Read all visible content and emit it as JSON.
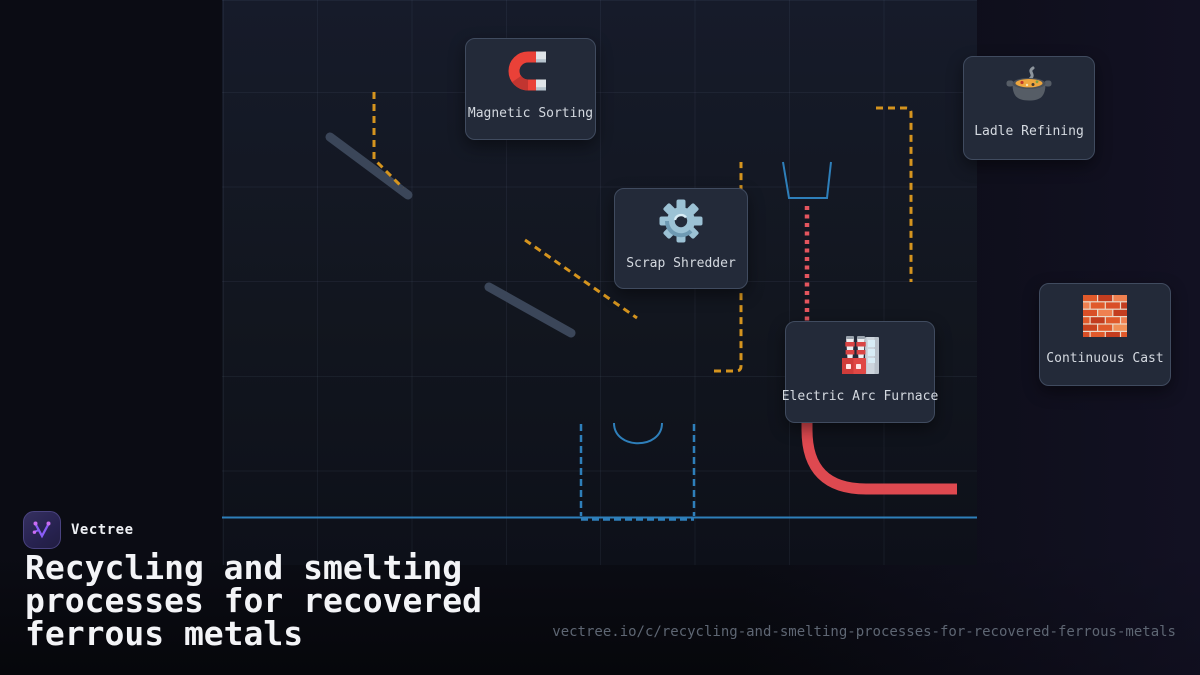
{
  "brand": {
    "name": "Vectree"
  },
  "heading": {
    "full": "Recycling and smelting processes for recovered ferrous metals",
    "line1": "Recycling and smelting",
    "line2": "processes for recovered",
    "line3": "ferrous metals"
  },
  "footer_url": "vectree.io/c/recycling-and-smelting-processes-for-recovered-ferrous-metals",
  "diagram": {
    "nodes": [
      {
        "id": "magnetic-sorting",
        "label": "Magnetic Sorting",
        "icon": "magnet-icon"
      },
      {
        "id": "scrap-shredder",
        "label": "Scrap Shredder",
        "icon": "gear-icon"
      },
      {
        "id": "electric-arc-furnace",
        "label": "Electric Arc Furnace",
        "icon": "factory-icon"
      },
      {
        "id": "ladle-refining",
        "label": "Ladle Refining",
        "icon": "pot-of-food-icon"
      },
      {
        "id": "continuous-cast",
        "label": "Continuous Cast",
        "icon": "brick-icon"
      }
    ],
    "edges": [
      {
        "from": "magnetic-sorting",
        "to": "scrap-shredder",
        "style": "solid-gray"
      },
      {
        "from": "scrap-shredder",
        "to": "electric-arc-furnace",
        "style": "solid-gray"
      },
      {
        "from": "magnetic-sorting",
        "to": "electric-arc-furnace",
        "style": "dashed-orange"
      },
      {
        "from": "scrap-shredder",
        "to": "electric-arc-furnace",
        "style": "dashed-orange"
      },
      {
        "from": "electric-arc-furnace",
        "to": "ladle-refining",
        "style": "dashed-orange"
      },
      {
        "from": "ladle-refining",
        "to": "continuous-cast",
        "style": "dashed-orange"
      },
      {
        "from": "electric-arc-furnace",
        "to": "baseline",
        "style": "dashed-blue"
      },
      {
        "from": "ladle-refining",
        "to": "baseline",
        "style": "dotted-red-flow"
      }
    ],
    "colors": {
      "orange": "#d5941e",
      "red_dots": "#e4555e",
      "red_flow": "#de4950",
      "blue": "#2e7fba",
      "gray": "#3b4659",
      "node_bg": "#232a39",
      "node_border": "#404b5f"
    }
  }
}
